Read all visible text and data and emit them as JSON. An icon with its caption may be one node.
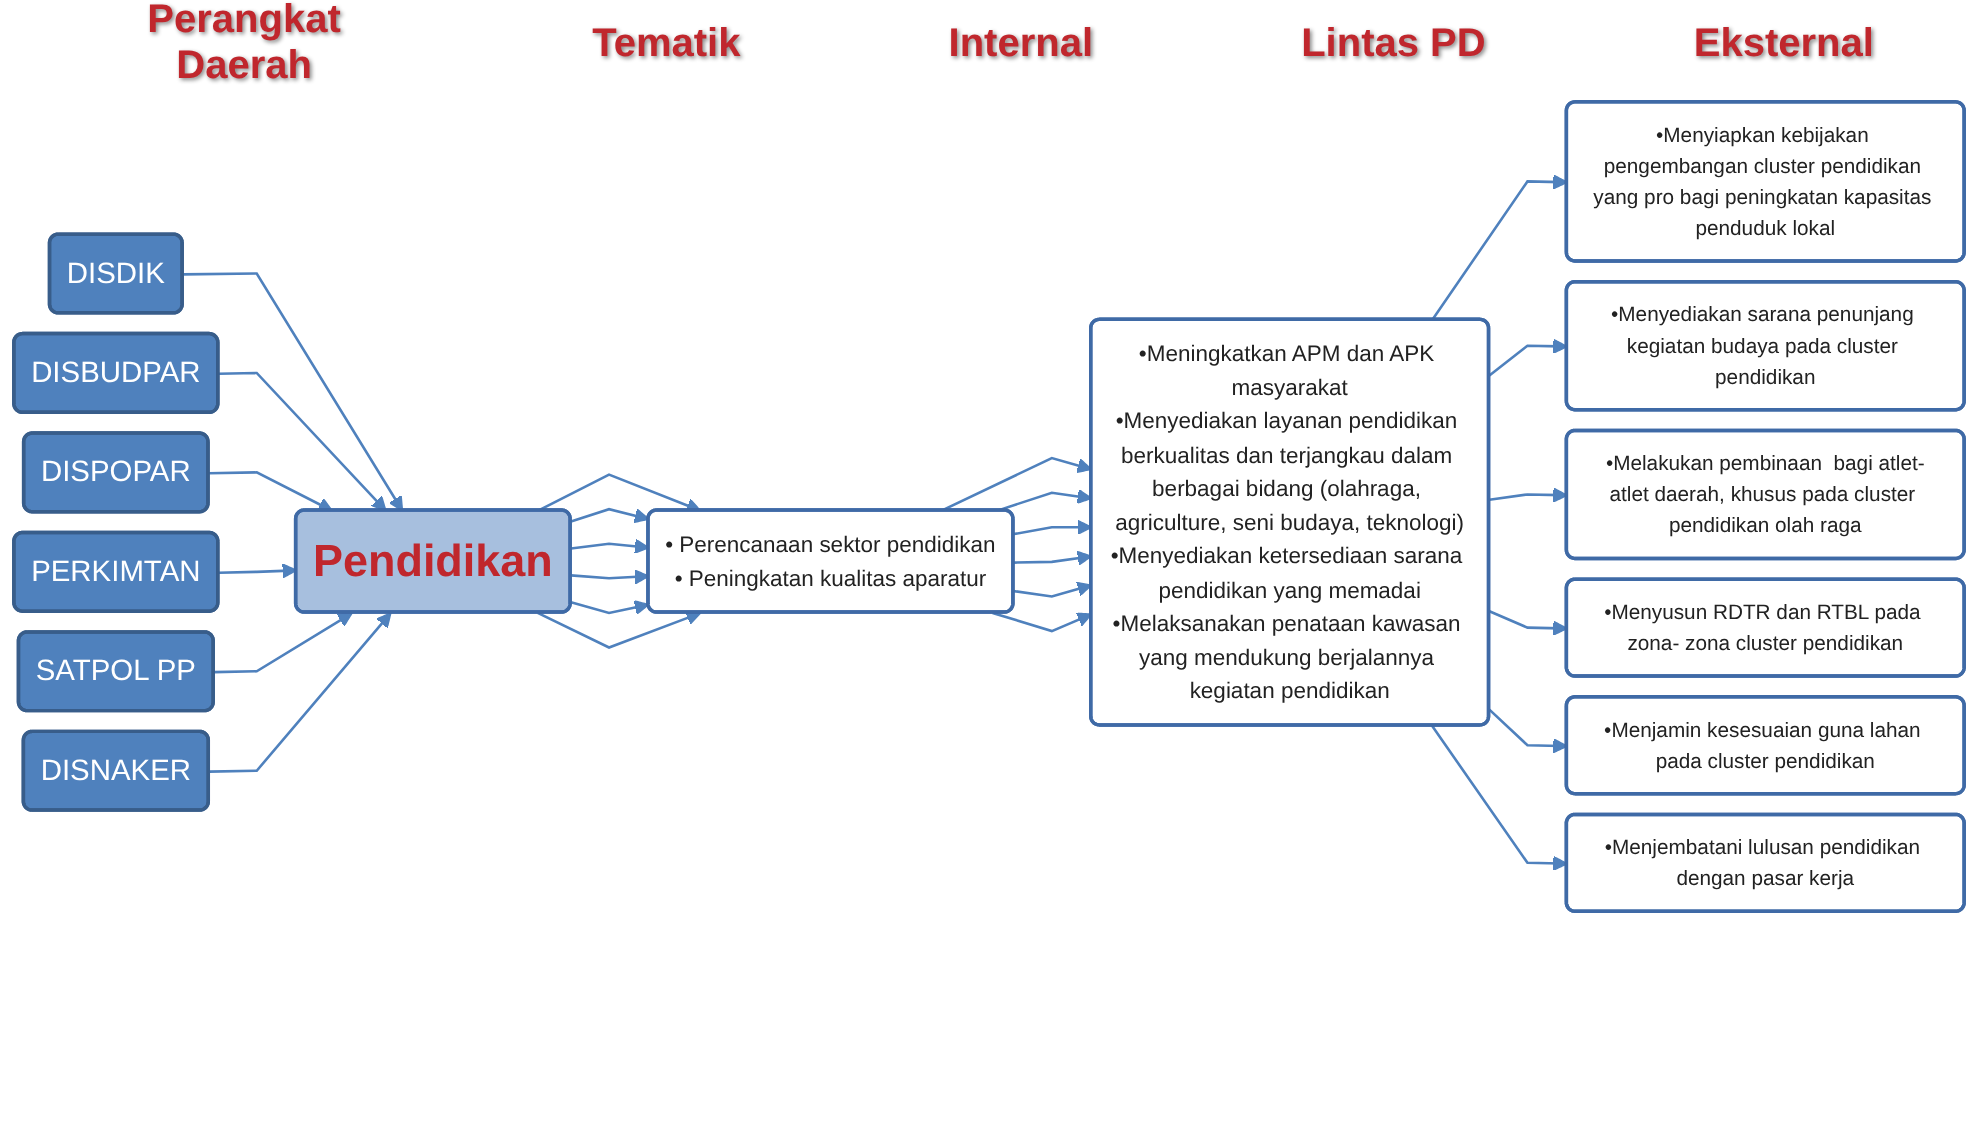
{
  "diagram": {
    "nodes": [
      {
        "text": [
          "DISDIK"
        ]
      },
      {
        "text": [
          "DISBUDPAR"
        ]
      },
      {
        "text": [
          "DISPOPAR"
        ]
      },
      {
        "text": [
          "PERKIMTAN"
        ]
      },
      {
        "text": [
          "SATPOL PP"
        ]
      },
      {
        "text": [
          "DISNAKER"
        ]
      },
      {
        "text": [
          "Pendidikan"
        ]
      },
      {
        "text": [
          "• Perencanaan sektor pendidikan",
          "• Peningkatan kualitas aparatur"
        ]
      },
      {
        "text": [
          "•Meningkatkan APM dan APK masyarakat",
          "•Menyediakan layanan pendidikan berkualitas dan terjangkau dalam berbagai bidang (olahraga, agriculture, seni budaya, teknologi)",
          "•Menyediakan ketersediaan sarana pendidikan yang memadai",
          "•Melaksanakan penataan kawasan yang mendukung berjalannya kegiatan pendidikan"
        ]
      },
      {
        "text": [
          "•Menyiapkan kebijakan pengembangan cluster pendidikan yang pro bagi peningkatan kapasitas penduduk lokal"
        ]
      },
      {
        "text": [
          "•Menyediakan sarana penunjang kegiatan budaya pada cluster pendidikan"
        ]
      },
      {
        "text": [
          "•Melakukan pembinaan  bagi atlet-atlet daerah, khusus pada cluster pendidikan olah raga"
        ]
      },
      {
        "text": [
          "•Menyusun RDTR dan RTBL pada zona- zona cluster pendidikan"
        ]
      },
      {
        "text": [
          "•Menjamin kesesuaian guna lahan pada cluster pendidikan"
        ]
      },
      {
        "text": [
          "•Menjembatani lulusan pendidikan dengan pasar kerja"
        ]
      }
    ],
    "edges": [
      {
        "from": 0,
        "to": 6,
        "arrow": "to"
      },
      {
        "from": 1,
        "to": 6,
        "arrow": "to"
      },
      {
        "from": 2,
        "to": 6,
        "arrow": "to"
      },
      {
        "from": 3,
        "to": 6,
        "arrow": "to"
      },
      {
        "from": 4,
        "to": 6,
        "arrow": "to"
      },
      {
        "from": 5,
        "to": 6,
        "arrow": "to"
      },
      {
        "from": 6,
        "to": 7,
        "arrow": "to"
      },
      {
        "from": 6,
        "to": 7,
        "arrow": "to"
      },
      {
        "from": 6,
        "to": 7,
        "arrow": "to"
      },
      {
        "from": 6,
        "to": 7,
        "arrow": "to"
      },
      {
        "from": 6,
        "to": 7,
        "arrow": "to"
      },
      {
        "from": 6,
        "to": 7,
        "arrow": "to"
      },
      {
        "from": 7,
        "to": 8,
        "arrow": "to"
      },
      {
        "from": 7,
        "to": 8,
        "arrow": "to"
      },
      {
        "from": 7,
        "to": 8,
        "arrow": "to"
      },
      {
        "from": 7,
        "to": 8,
        "arrow": "to"
      },
      {
        "from": 7,
        "to": 8,
        "arrow": "to"
      },
      {
        "from": 7,
        "to": 8,
        "arrow": "to"
      },
      {
        "from": 8,
        "to": 9,
        "arrow": "to"
      },
      {
        "from": 8,
        "to": 10,
        "arrow": "to"
      },
      {
        "from": 8,
        "to": 11,
        "arrow": "to"
      },
      {
        "from": 8,
        "to": 12,
        "arrow": "to"
      },
      {
        "from": 8,
        "to": 13,
        "arrow": "to"
      },
      {
        "from": 8,
        "to": 14,
        "arrow": "to"
      }
    ],
    "labels": [
      "Perangkat Daerah",
      "Tematik",
      "Internal",
      "Lintas PD",
      "Eksternal"
    ]
  }
}
